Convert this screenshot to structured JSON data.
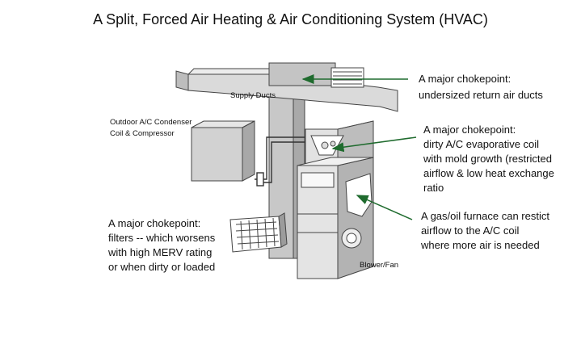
{
  "title": "A Split, Forced Air Heating & Air Conditioning System (HVAC)",
  "labels": {
    "supply_ducts": "Supply Ducts",
    "condenser": [
      "Outdoor A/C Condenser",
      "Coil & Compressor"
    ],
    "blower": "Blower/Fan"
  },
  "callouts": {
    "return_ducts": [
      "A major chokepoint:",
      "undersized return air ducts"
    ],
    "evap_coil": [
      "A major chokepoint:",
      "dirty A/C evaporative coil",
      "with mold growth (restricted",
      "airflow & low heat exchange",
      "ratio"
    ],
    "furnace": [
      "A gas/oil furnace can restict",
      "airflow to the A/C coil",
      "where more air is needed"
    ],
    "filters": [
      "A major chokepoint:",
      "filters -- which worsens",
      "with high MERV rating",
      "or when dirty or loaded"
    ]
  },
  "colors": {
    "arrow": "#1f6b2e",
    "unit_fill": "#c9c9c9",
    "unit_dark": "#9a9a9a",
    "duct_fill": "#dcdcdc"
  }
}
